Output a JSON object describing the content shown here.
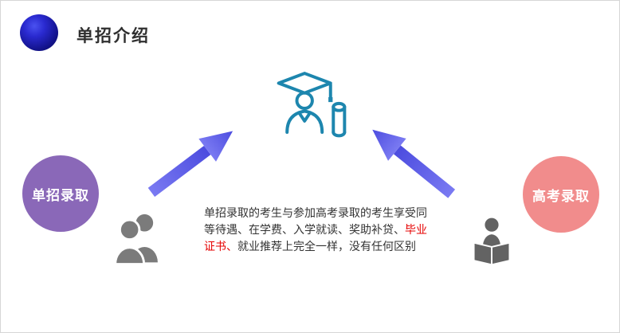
{
  "slide": {
    "title": "单招介绍",
    "left_circle_label": "单招录取",
    "right_circle_label": "高考录取",
    "paragraph": {
      "part1": "单招录取的考生与参加高考录取的考生享受同等待遇、在学费、入学就读、奖助补贷、",
      "highlight": "毕业证书、",
      "part2": "就业推荐上完全一样，没有任何区别"
    },
    "colors": {
      "title_dot": "#1b1bb4",
      "graduate_icon": "#1d86ae",
      "arrow": "#5a5ae8",
      "left_circle": "#8a68b8",
      "right_circle": "#f18c8c",
      "people_icon": "#7b7b7b",
      "reader_icon": "#636363",
      "highlight_text": "#e60000"
    }
  }
}
